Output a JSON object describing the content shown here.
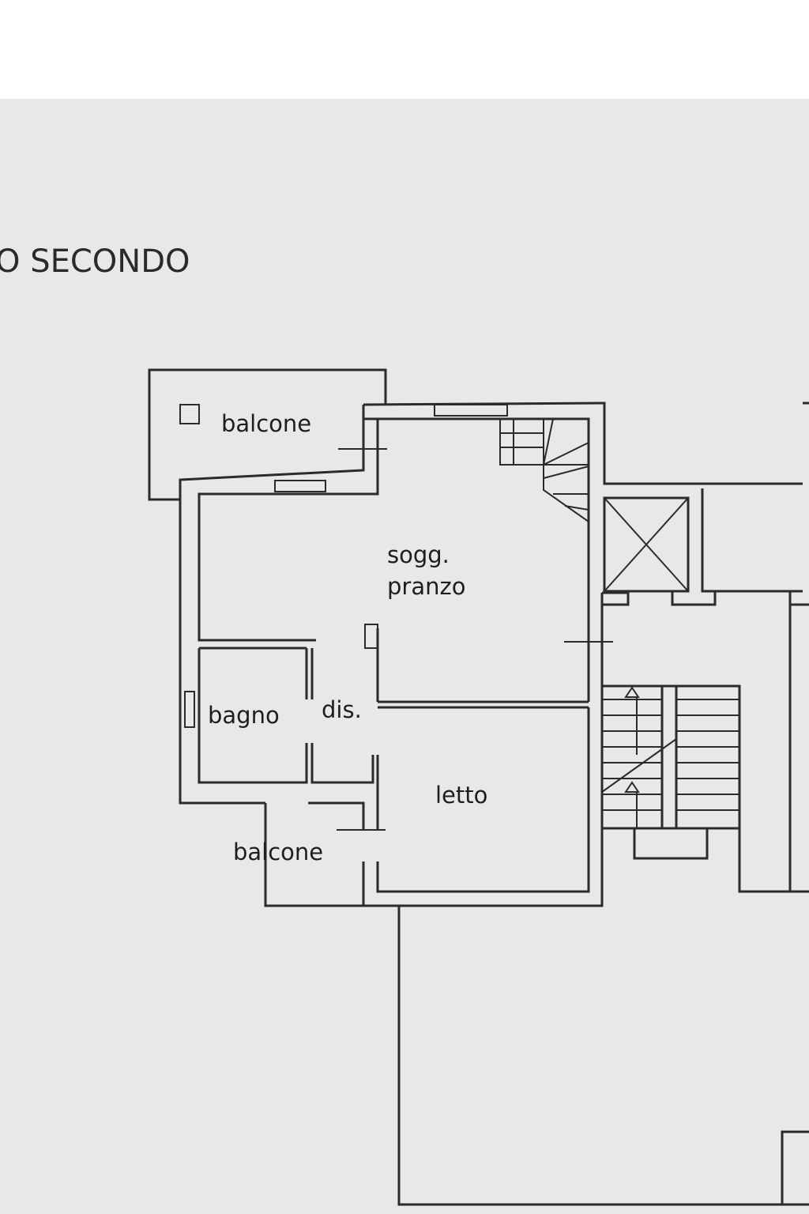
{
  "title": "O SECONDO",
  "rooms": {
    "balcone_top": "balcone",
    "soggiorno_line1": "sogg.",
    "soggiorno_line2": "pranzo",
    "bagno": "bagno",
    "disimpegno": "dis.",
    "letto": "letto",
    "balcone_bottom": "balcone"
  },
  "colors": {
    "paper": "#e6e8ea",
    "ink": "#2b2b2b"
  }
}
